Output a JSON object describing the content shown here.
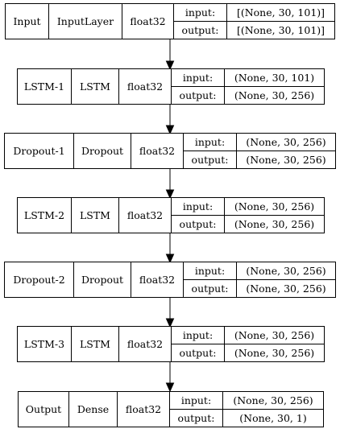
{
  "layers": [
    {
      "name": "Input",
      "type": "InputLayer",
      "dtype": "float32",
      "input_label": "input:",
      "input_shape": "[(None, 30, 101)]",
      "output_label": "output:",
      "output_shape": "[(None, 30, 101)]"
    },
    {
      "name": "LSTM-1",
      "type": "LSTM",
      "dtype": "float32",
      "input_label": "input:",
      "input_shape": "(None, 30, 101)",
      "output_label": "output:",
      "output_shape": "(None, 30, 256)"
    },
    {
      "name": "Dropout-1",
      "type": "Dropout",
      "dtype": "float32",
      "input_label": "input:",
      "input_shape": "(None, 30, 256)",
      "output_label": "output:",
      "output_shape": "(None, 30, 256)"
    },
    {
      "name": "LSTM-2",
      "type": "LSTM",
      "dtype": "float32",
      "input_label": "input:",
      "input_shape": "(None, 30, 256)",
      "output_label": "output:",
      "output_shape": "(None, 30, 256)"
    },
    {
      "name": "Dropout-2",
      "type": "Dropout",
      "dtype": "float32",
      "input_label": "input:",
      "input_shape": "(None, 30, 256)",
      "output_label": "output:",
      "output_shape": "(None, 30, 256)"
    },
    {
      "name": "LSTM-3",
      "type": "LSTM",
      "dtype": "float32",
      "input_label": "input:",
      "input_shape": "(None, 30, 256)",
      "output_label": "output:",
      "output_shape": "(None, 30, 256)"
    },
    {
      "name": "Output",
      "type": "Dense",
      "dtype": "float32",
      "input_label": "input:",
      "input_shape": "(None, 30, 256)",
      "output_label": "output:",
      "output_shape": "(None, 30, 1)"
    }
  ]
}
